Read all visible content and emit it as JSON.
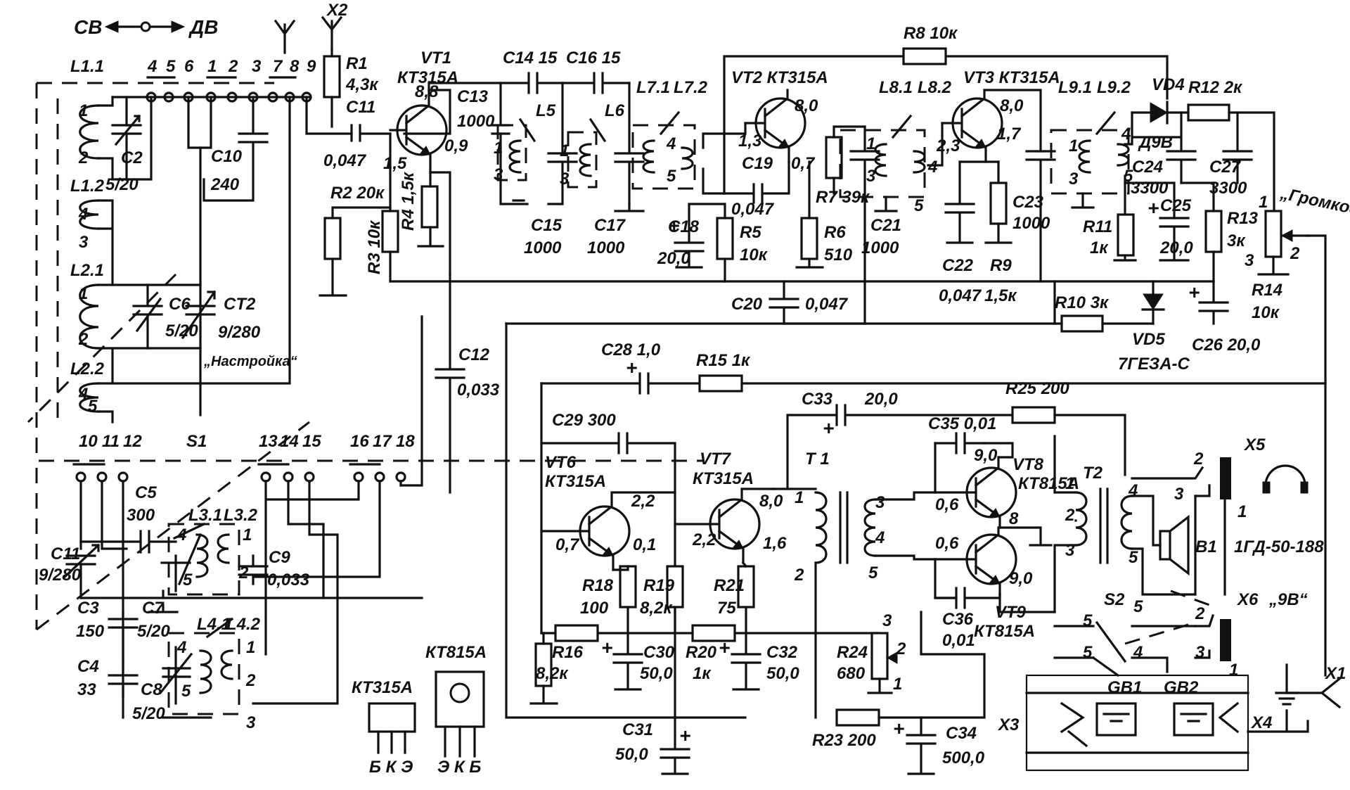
{
  "band_switch": {
    "sv": "СВ",
    "dv": "ДВ"
  },
  "connectors": {
    "x1": "X1",
    "x2": "X2",
    "x3": "X3",
    "x4": "X4",
    "x5": "X5",
    "x6": "X6",
    "x6_note": "„9В“"
  },
  "switch": {
    "s1": "S1",
    "s2": "S2",
    "contacts_top": [
      "4",
      "5",
      "6",
      "1",
      "2",
      "3",
      "7",
      "8",
      "9"
    ],
    "contacts_bottom": [
      "10",
      "11",
      "12",
      "13",
      "14",
      "15",
      "16",
      "17",
      "18"
    ]
  },
  "coils": {
    "l11": "L1.1",
    "l12": "L1.2",
    "l21": "L2.1",
    "l22": "L2.2",
    "l31": "L3.1",
    "l32": "L3.2",
    "l41": "L4.1",
    "l42": "L4.2",
    "l5": "L5",
    "l6": "L6",
    "l71": "L7.1",
    "l72": "L7.2",
    "l81": "L8.1",
    "l82": "L8.2",
    "l91": "L9.1",
    "l92": "L9.2",
    "pins": [
      "1",
      "2",
      "3",
      "4",
      "5"
    ]
  },
  "transistors": {
    "vt1": "VT1",
    "vt1_type": "КТ315А",
    "vt1_v": [
      "8,8",
      "1,5",
      "0,9"
    ],
    "vt2": "VT2 КТ315А",
    "vt2_v": [
      "8,0",
      "1,3",
      "0,7"
    ],
    "vt3": "VT3 КТ315А",
    "vt3_v": [
      "8,0",
      "2,3",
      "1,7"
    ],
    "vt6": "VT6",
    "vt6_type": "КТ315А",
    "vt6_v": [
      "2,2",
      "0,7",
      "0,1"
    ],
    "vt7": "VT7",
    "vt7_type": "КТ315А",
    "vt7_v": [
      "8,0",
      "2,2",
      "1,6"
    ],
    "vt8": "VT8",
    "vt8_type": "КТ815А",
    "vt8_v": [
      "9,0",
      "0,6",
      "0,6",
      "8"
    ],
    "vt9": "VT9",
    "vt9_type": "КТ815А",
    "vt9_v": [
      "9,0"
    ]
  },
  "diodes": {
    "vd4": "VD4",
    "vd4_type": "Д9В",
    "vd5": "VD5",
    "vd5_type": "7ГЕЗА-С"
  },
  "capacitors": {
    "c2": "C2",
    "c2_val": "5/20",
    "c10": "C10",
    "c10_val": "240",
    "c11a": "C11",
    "c11a_val": "0,047",
    "c13": "C13",
    "c13_val": "1000",
    "c14": "C14 15",
    "c16": "C16 15",
    "c15": "C15",
    "c15_val": "1000",
    "c17": "C17",
    "c17_val": "1000",
    "c18": "C18",
    "c18_val": "20,0",
    "c19": "C19",
    "c19_val": "0,047",
    "c20": "C20",
    "c20_val": "0,047",
    "c21": "C21",
    "c21_val": "1000",
    "c22": "C22",
    "c22_val": "0,047",
    "c23": "C23",
    "c23_val": "1000",
    "c24": "C24",
    "c24_val": "3300",
    "c25": "C25",
    "c25_val": "20,0",
    "c26": "C26 20,0",
    "c27": "C27",
    "c27_val": "3300",
    "c6": "C6",
    "c6_val": "5/20",
    "c12": "C12",
    "c12_val": "0,033",
    "ct2": "CT2",
    "ct2_val": "9/280",
    "tuning": "„Настройка“",
    "c5": "C5",
    "c5_val": "300",
    "c11b": "C11",
    "c11b_val": "9/280",
    "c9": "C9",
    "c9_val": "0,033",
    "c3": "C3",
    "c3_val": "150",
    "c7": "C7",
    "c7_val": "5/20",
    "c4": "C4",
    "c4_val": "33",
    "c8": "C8",
    "c8_val": "5/20",
    "c28": "C28 1,0",
    "c29": "C29 300",
    "c30": "C30",
    "c30_val": "50,0",
    "c31": "C31",
    "c31_val": "50,0",
    "c32": "C32",
    "c32_val": "50,0",
    "c33": "C33",
    "c33_val": "20,0",
    "c34": "C34",
    "c34_val": "500,0",
    "c35": "C35 0,01",
    "c36": "C36",
    "c36_val": "0,01"
  },
  "resistors": {
    "r1": "R1",
    "r1_val": "4,3к",
    "r2": "R2 20к",
    "r3": "R3 10к",
    "r4": "R4 1,5к",
    "r5": "R5",
    "r5_val": "10к",
    "r6": "R6",
    "r6_val": "510",
    "r7": "R7 39к",
    "r8": "R8 10к",
    "r9": "R9",
    "r9_val": "1,5к",
    "r10": "R10 3к",
    "r11": "R11",
    "r11_val": "1к",
    "r12": "R12 2к",
    "r13": "R13",
    "r13_val": "3к",
    "r14": "R14",
    "r14_val": "10к",
    "volume": "„Громкость“",
    "r15": "R15 1к",
    "r16": "R16",
    "r16_val": "8,2к",
    "r18": "R18",
    "r18_val": "100",
    "r19": "R19",
    "r19_val": "8,2к",
    "r20": "R20",
    "r20_val": "1к",
    "r21": "R21",
    "r21_val": "75",
    "r23": "R23 200",
    "r24": "R24",
    "r24_val": "680",
    "r25": "R25 200"
  },
  "output": {
    "t1": "T 1",
    "t2": "T2",
    "b1": "B1",
    "b1_type": "1ГД-50-188",
    "gb1": "GB1",
    "gb2": "GB2"
  },
  "pinouts": {
    "kt315_title": "КТ315А",
    "kt315_pins": "Б К Э",
    "kt815_title": "КТ815А",
    "kt815_pins": "Э К Б"
  }
}
